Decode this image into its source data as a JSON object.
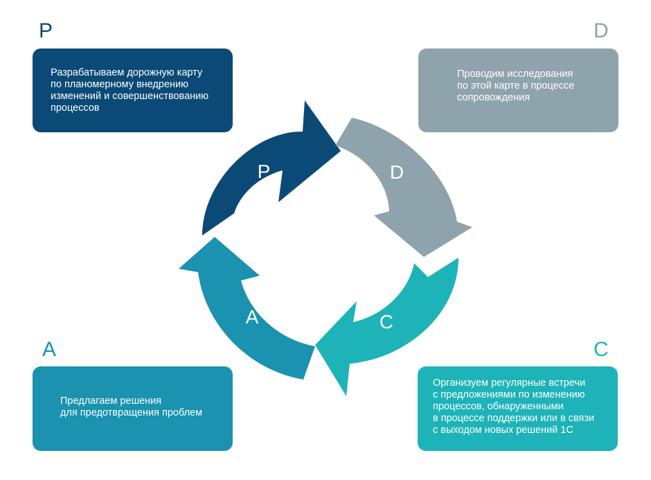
{
  "colors": {
    "plan": "#0b4a76",
    "do": "#8fa3ad",
    "check": "#1eb3b8",
    "act": "#1a92b0"
  },
  "stages": {
    "p": {
      "letter": "P",
      "text": "Разрабатываем дорожную карту\nпо планомерному внедрению\nизменений и совершенствованию\nпроцессов"
    },
    "d": {
      "letter": "D",
      "text": "Проводим исследования\nпо этой карте в процессе\nсопровождения"
    },
    "c": {
      "letter": "C",
      "text": "Организуем регулярные встречи\nс предложениями по изменению\nпроцессов, обнаруженными\nв процессе поддержки или в связи\nс выходом новых решений 1С"
    },
    "a": {
      "letter": "A",
      "text": "Предлагаем решения\nдля предотвращения проблем"
    }
  }
}
